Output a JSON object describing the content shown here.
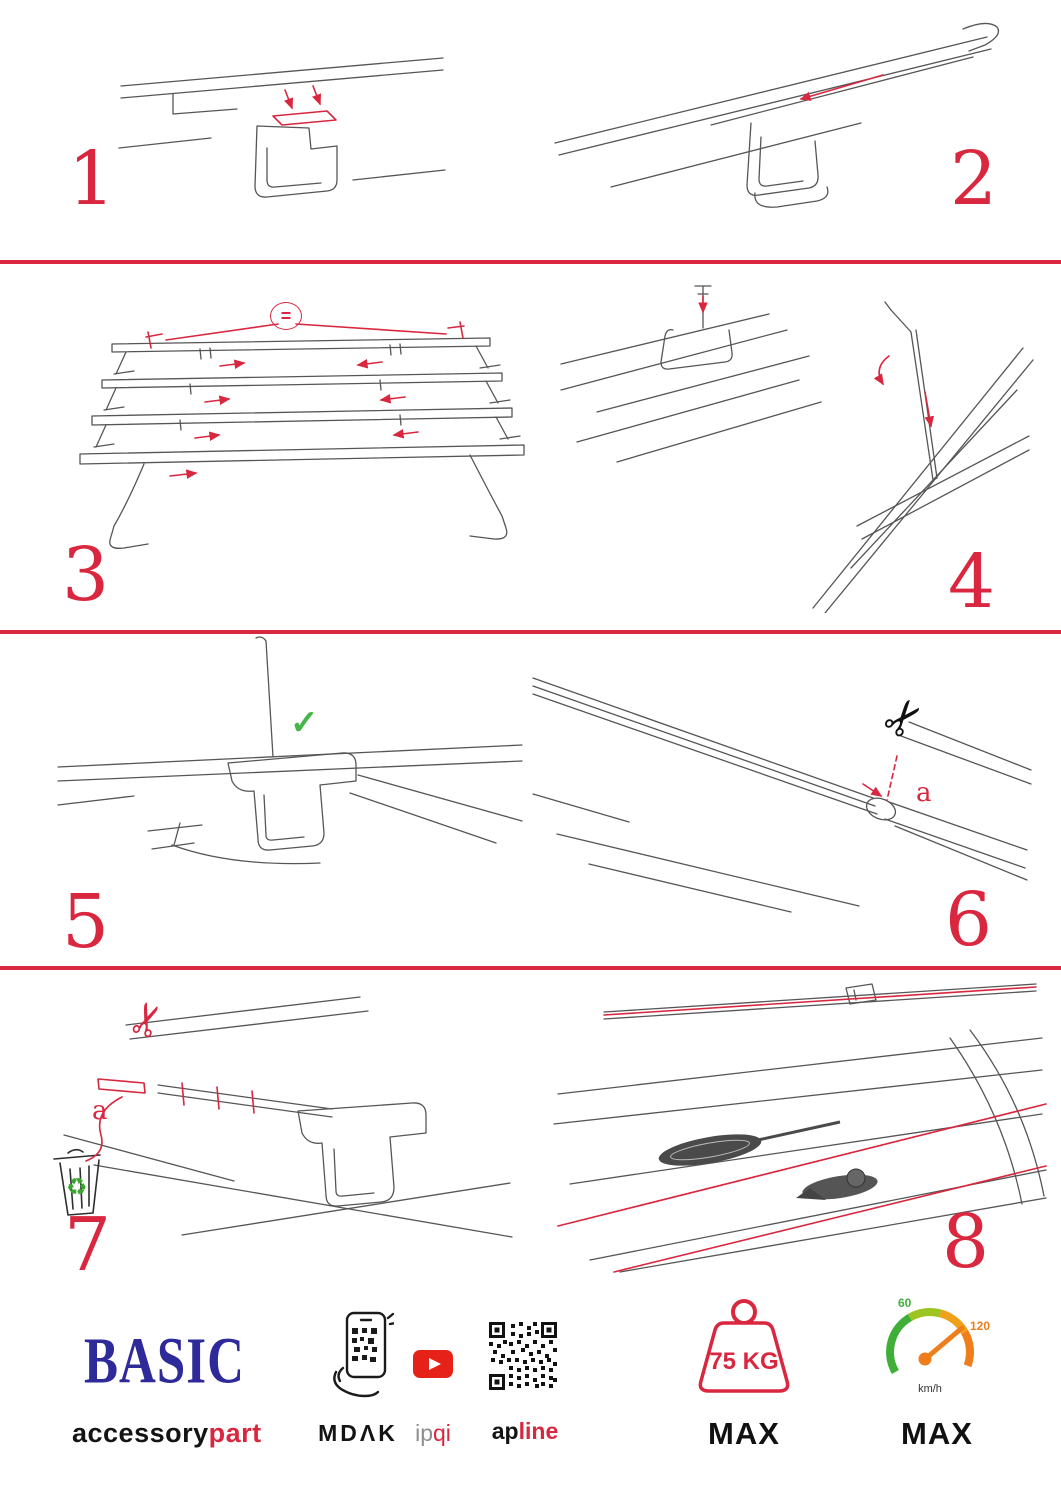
{
  "colors": {
    "accent": "#d8273f",
    "brand_blue": "#2f2a99",
    "youtube_red": "#e62117",
    "gauge_green": "#3faf37",
    "gauge_orange": "#ee7d1b"
  },
  "steps": [
    {
      "num": "1"
    },
    {
      "num": "2"
    },
    {
      "num": "3"
    },
    {
      "num": "4"
    },
    {
      "num": "5"
    },
    {
      "num": "6"
    },
    {
      "num": "7"
    },
    {
      "num": "8"
    }
  ],
  "annotations": {
    "equals": "=",
    "check": "✓",
    "scissors": "✂",
    "recycle": "♻",
    "label_a": "a"
  },
  "footer": {
    "brand": "BASIC",
    "brand_sub_1": "accessory",
    "brand_sub_2": "part",
    "mdak_label": "MDΛK",
    "ipqi_1": "ip",
    "ipqi_2": "qi",
    "apline_1": "ap",
    "apline_2": "line",
    "weight_value": "75 KG",
    "weight_max": "MAX",
    "speed_60": "60",
    "speed_120": "120",
    "speed_unit": "km/h",
    "speed_max": "MAX"
  }
}
